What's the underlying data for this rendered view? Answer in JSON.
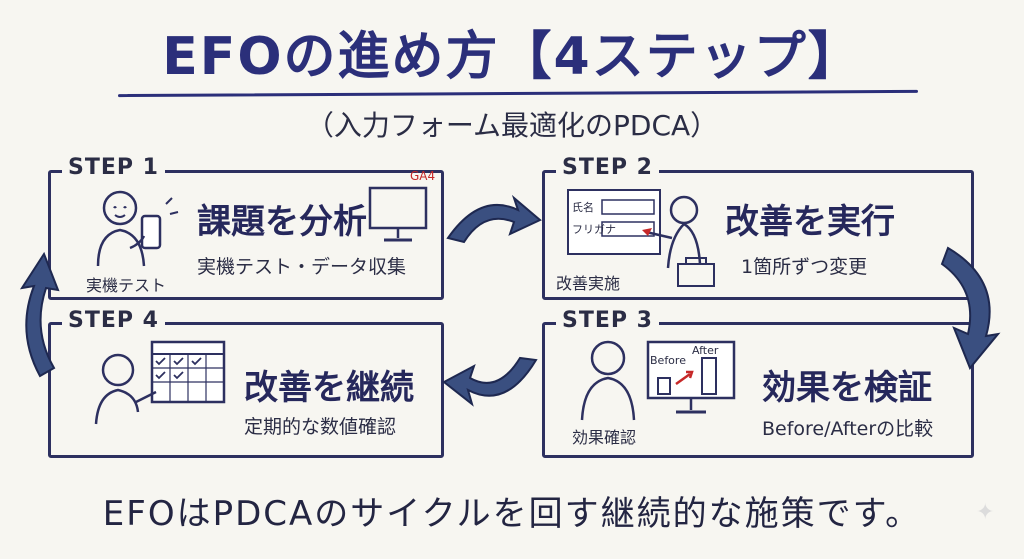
{
  "title": "EFOの進め方【4ステップ】",
  "subtitle": "（入力フォーム最適化のPDCA）",
  "steps": [
    {
      "label": "STEP 1",
      "heading": "課題を分析",
      "sub": "実機テスト・データ収集",
      "caption": "実機テスト",
      "tag": "GA4"
    },
    {
      "label": "STEP 2",
      "heading": "改善を実行",
      "sub": "1箇所ずつ変更",
      "caption": "改善実施",
      "form_fields": [
        "氏名",
        "フリガナ"
      ]
    },
    {
      "label": "STEP 3",
      "heading": "効果を検証",
      "sub": "Before/Afterの比較",
      "caption": "効果確認",
      "chart_labels": [
        "Before",
        "After"
      ]
    },
    {
      "label": "STEP 4",
      "heading": "改善を継続",
      "sub": "定期的な数値確認",
      "caption": ""
    }
  ],
  "footer": "EFOはPDCAのサイクルを回す継続的な施策です。",
  "colors": {
    "ink": "#26285c",
    "arrow": "#3a4f80",
    "accent": "#c62828",
    "paper": "#f7f6f1"
  }
}
